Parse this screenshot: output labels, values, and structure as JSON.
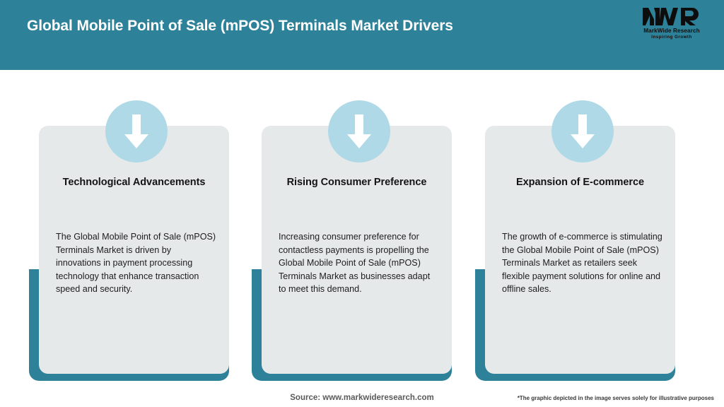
{
  "header": {
    "title": "Global Mobile Point of Sale (mPOS) Terminals Market Drivers",
    "background_color": "#2d8198",
    "title_color": "#ffffff"
  },
  "logo": {
    "mark_text": "MWR",
    "name": "MarkWide Research",
    "tagline": "Inspiring Growth"
  },
  "cards": [
    {
      "icon": "down-arrow-icon",
      "heading": "Technological Advancements",
      "text": "The Global Mobile Point of Sale (mPOS) Terminals Market is driven by innovations in payment processing technology that enhance transaction speed and security."
    },
    {
      "icon": "down-arrow-icon",
      "heading": "Rising Consumer Preference",
      "text": "Increasing consumer preference for contactless payments is propelling the Global Mobile Point of Sale (mPOS) Terminals Market as businesses adapt to meet this demand."
    },
    {
      "icon": "down-arrow-icon",
      "heading": "Expansion of E-commerce",
      "text": "The growth of e-commerce is stimulating the Global Mobile Point of Sale (mPOS) Terminals Market as retailers seek flexible payment solutions for online and offline sales."
    }
  ],
  "footer": {
    "source": "Source: www.markwideresearch.com",
    "disclaimer": "*The graphic depicted in the image serves solely for illustrative purposes"
  },
  "palette": {
    "accent_teal": "#2d8198",
    "card_background": "#e6e9ea",
    "badge_blue": "#afd9e7",
    "arrow_white": "#ffffff"
  }
}
